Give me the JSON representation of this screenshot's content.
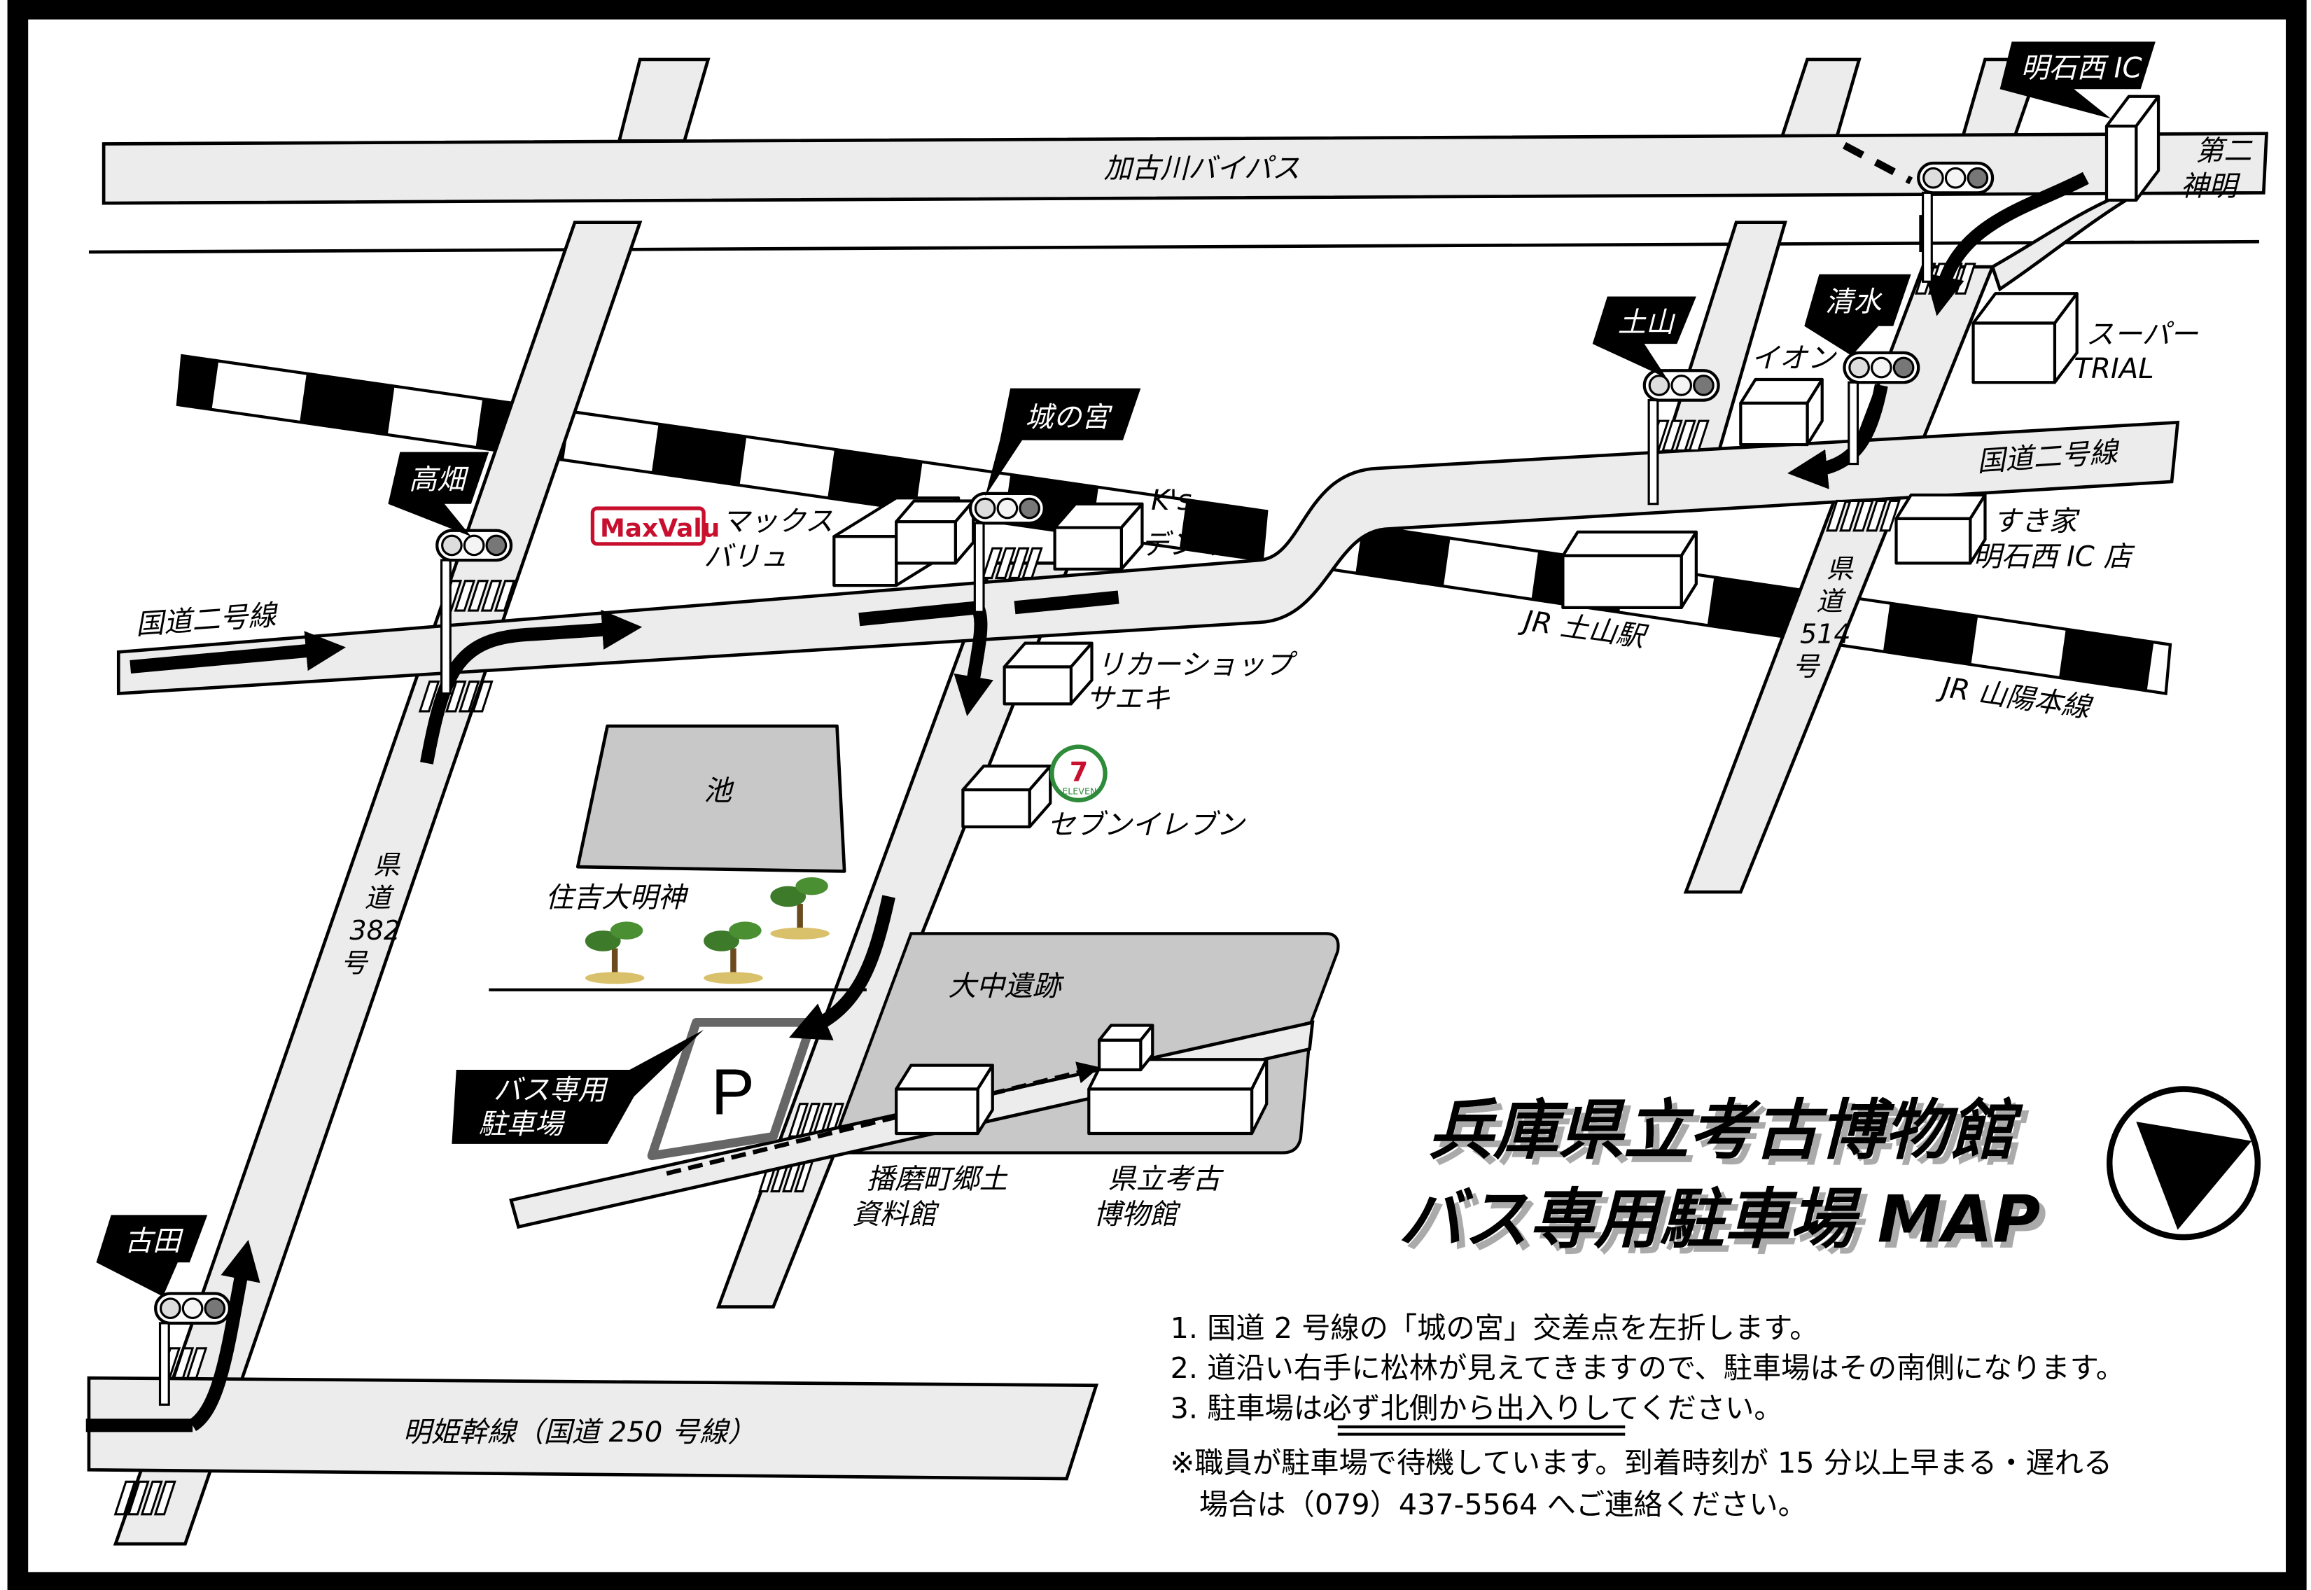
{
  "roads": {
    "bypass": "加古川バイパス",
    "route2_left": "国道二号線",
    "route2_right": "国道二号線",
    "route382": [
      "県",
      "道",
      "382",
      "号"
    ],
    "route514": [
      "県",
      "道",
      "514",
      "号"
    ],
    "meiki": "明姫幹線（国道 250 号線）",
    "daini_shinmei": [
      "第二",
      "神明"
    ],
    "jr_sanyo": "JR 山陽本線"
  },
  "signals": {
    "takabata": "高畑",
    "shironomiya": "城の宮",
    "tsuchiyama": "土山",
    "shimizu": "清水",
    "akashinishi_ic": "明石西 IC",
    "furuta": "古田"
  },
  "places": {
    "maxvalu_logo": "MaxValu",
    "maxvalu": [
      "マックス",
      "バリュ"
    ],
    "ks_logo": "K's",
    "ks": "デンキ",
    "liquor": [
      "リカーショップ",
      "サエキ"
    ],
    "seven_logo": "7",
    "seven_sub": "ELEVEN",
    "seven": "セブンイレブン",
    "pond": "池",
    "shrine": "住吉大明神",
    "ruins": "大中遺跡",
    "parking_letter": "P",
    "bus_parking_tag": [
      "バス専用",
      "駐車場"
    ],
    "harima_museum": [
      "播磨町郷土",
      "資料館"
    ],
    "pref_museum": [
      "県立考古",
      "博物館"
    ],
    "jr_station": "JR 土山駅",
    "aeon": "イオン",
    "trial": [
      "スーパー",
      "TRIAL"
    ],
    "sukiya": [
      "すき家",
      "明石西 IC 店"
    ]
  },
  "title": {
    "line1": "兵庫県立考古博物館",
    "line2": "バス専用駐車場 MAP"
  },
  "instructions": {
    "step1": "1. 国道 2 号線の「城の宮」交差点を左折します。",
    "step2": "2. 道沿い右手に松林が見えてきますので、駐車場はその南側になります。",
    "step3_pre": "3. 駐車場は",
    "step3_emph": "必ず北側から出入り",
    "step3_post": "してください。",
    "note1": "※職員が駐車場で待機しています。到着時刻が 15 分以上早まる・遅れる",
    "note2": "　場合は（079）437-5564 へご連絡ください。"
  },
  "colors": {
    "road": "#ececec",
    "area": "#c8c8c8",
    "maxvalu": "#c8102e",
    "seven_green": "#2e8b3a",
    "seven_orange": "#f08a00"
  }
}
